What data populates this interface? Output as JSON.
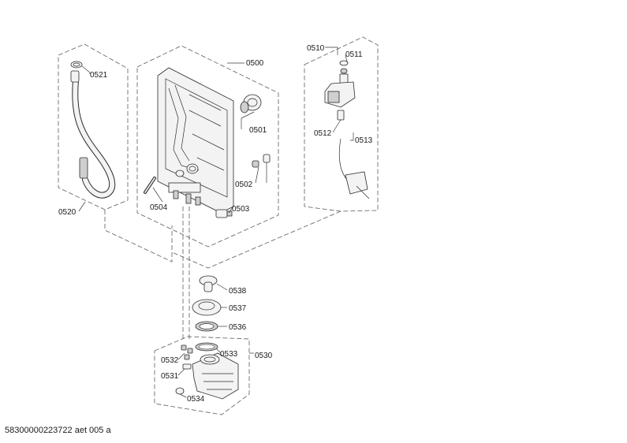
{
  "labels": {
    "p0500": "0500",
    "p0501": "0501",
    "p0502": "0502",
    "p0503": "0503",
    "p0504": "0504",
    "p0510": "0510",
    "p0511": "0511",
    "p0512": "0512",
    "p0513": "0513",
    "p0520": "0520",
    "p0521": "0521",
    "p0530": "0530",
    "p0531": "0531",
    "p0532": "0532",
    "p0533": "0533",
    "p0534": "0534",
    "p0536": "0536",
    "p0537": "0537",
    "p0538": "0538"
  },
  "footer": "58300000223722 aet 005 a"
}
